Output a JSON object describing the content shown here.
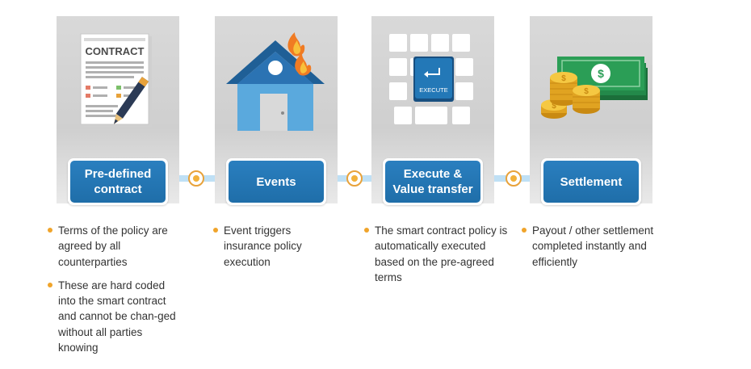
{
  "colors": {
    "step_blue": "#2378b7",
    "connector": "#bfe0f5",
    "bullet_orange": "#f0a42b",
    "card_gray": "#d6d6d6"
  },
  "steps": [
    {
      "label": "Pre-defined contract",
      "icon": "contract-document-icon",
      "bullets": [
        "Terms of the policy are agreed by all counterparties",
        "These are hard coded into the smart contract and cannot be chan-ged without all parties knowing"
      ],
      "illustration_text": "CONTRACT"
    },
    {
      "label": "Events",
      "icon": "burning-house-icon",
      "bullets": [
        "Event triggers insurance policy execution"
      ]
    },
    {
      "label": "Execute & Value transfer",
      "icon": "keyboard-execute-key-icon",
      "bullets": [
        "The smart contract policy is automatically executed based on the pre-agreed terms"
      ],
      "illustration_text": "EXECUTE"
    },
    {
      "label": "Settlement",
      "icon": "money-coins-icon",
      "bullets": [
        "Payout / other settlement completed instantly and efficiently"
      ]
    }
  ]
}
